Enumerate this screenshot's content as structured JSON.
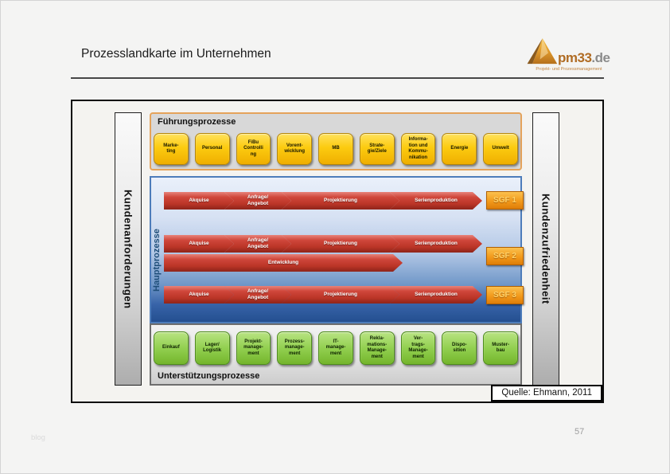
{
  "header": {
    "title": "Prozesslandkarte im Unternehmen",
    "logo": {
      "brand": "pm33",
      "tld": ".de",
      "tagline": "Projekt- und Prozessmanagement",
      "icon": "pyramid-icon"
    }
  },
  "diagram": {
    "left_bar": "Kundenanforderungen",
    "right_bar": "Kundenzufriedenheit",
    "fuehrungsprozesse": {
      "title": "Führungsprozesse",
      "boxes": [
        "Marke-\nting",
        "Personal",
        "FiBu\nControlli\nng",
        "Vorent-\nwicklung",
        "MB",
        "Strate-\ngie/Ziele",
        "Informa-\ntion und\nKommu-\nnikation",
        "Energie",
        "Umwelt"
      ]
    },
    "hauptprozesse": {
      "title": "Hauptprozesse",
      "rows": [
        {
          "arrows": [
            "Akquise",
            "Anfrage/\nAngebot",
            "Projektierung",
            "Serienproduktion"
          ],
          "sgf": "SGF 1"
        },
        {
          "arrows": [
            "Akquise",
            "Anfrage/\nAngebot",
            "Projektierung",
            "Serienproduktion"
          ],
          "sgf": "SGF 2"
        },
        {
          "arrows": [
            "Akquise",
            "Anfrage/\nAngebot",
            "Projektierung",
            "Serienproduktion"
          ],
          "sgf": "SGF 3"
        }
      ],
      "entwicklung": "Entwicklung"
    },
    "unterstuetzungsprozesse": {
      "title": "Unterstützungsprozesse",
      "boxes": [
        "Einkauf",
        "Lager/\nLogistik",
        "Projekt-\nmanage-\nment",
        "Prozess-\nmanage-\nment",
        "IT-\nmanage-\nment",
        "Rekla-\nmations-\nManage-\nment",
        "Ver-\ntrags-\nManage-\nment",
        "Dispo-\nsition",
        "Muster-\nbau"
      ]
    },
    "source": "Quelle: Ehmann, 2011"
  },
  "footer": {
    "left": "blog",
    "page_number": "57"
  },
  "colors": {
    "section_border_orange": "#e5a35b",
    "box_yellow": "#fccb10",
    "box_green": "#92d050",
    "arrow_red": "#bb3527",
    "sgf_orange": "#f29a1b",
    "haupt_blue_light": "#d6e1f3",
    "haupt_blue_dark": "#244f90",
    "logo_orange": "#b06c24"
  }
}
